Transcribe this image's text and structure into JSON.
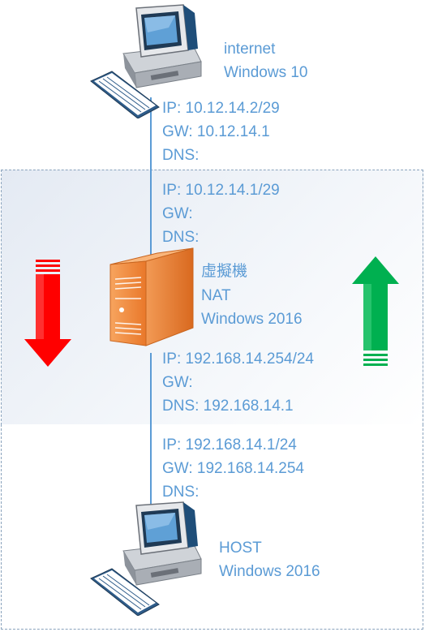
{
  "nodes": {
    "internet": {
      "name": "internet",
      "os": "Windows 10",
      "ip": "IP: 10.12.14.2/29",
      "gw": "GW: 10.12.14.1",
      "dns": "DNS:"
    },
    "nat": {
      "label": "虛擬機",
      "name": "NAT",
      "os": "Windows 2016",
      "external": {
        "ip": "IP: 10.12.14.1/29",
        "gw": "GW:",
        "dns": "DNS:"
      },
      "internal": {
        "ip": "IP: 192.168.14.254/24",
        "gw": "GW:",
        "dns": "DNS: 192.168.14.1"
      }
    },
    "host": {
      "name": "HOST",
      "os": "Windows 2016",
      "ip": "IP: 192.168.14.1/24",
      "gw": "GW: 192.168.14.254",
      "dns": "DNS:"
    }
  },
  "arrows": {
    "left": {
      "direction": "down",
      "color": "#ff0000"
    },
    "right": {
      "direction": "up",
      "color": "#00b050"
    }
  },
  "colors": {
    "text": "#5b9bd5",
    "line": "#5b9bd5",
    "zone_border": "#8aa3bd",
    "server": "#f08a3c"
  },
  "icons": [
    "desktop-computer-icon",
    "server-tower-icon"
  ]
}
